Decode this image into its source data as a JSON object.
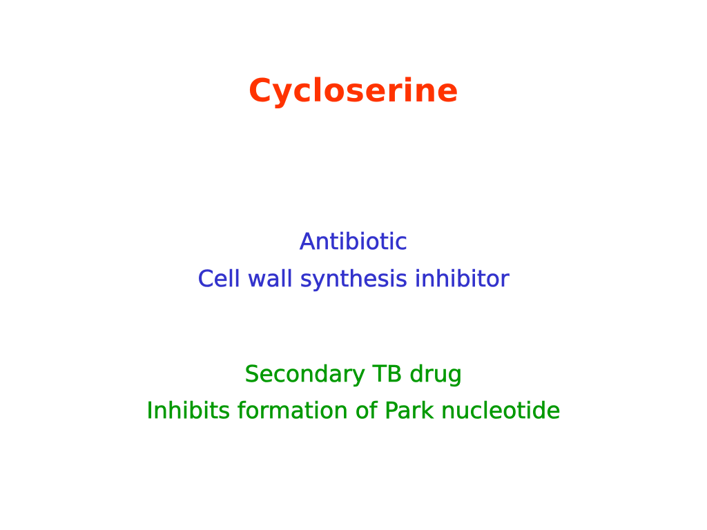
{
  "slide": {
    "title": "Cycloserine",
    "classification": {
      "line1": "Antibiotic",
      "line2": "Cell wall synthesis inhibitor"
    },
    "usage": {
      "line1": "Secondary TB drug",
      "line2": "Inhibits formation of Park nucleotide"
    }
  },
  "colors": {
    "title": "#ff3300",
    "classification": "#3333cc",
    "usage": "#009900",
    "background": "#ffffff"
  }
}
